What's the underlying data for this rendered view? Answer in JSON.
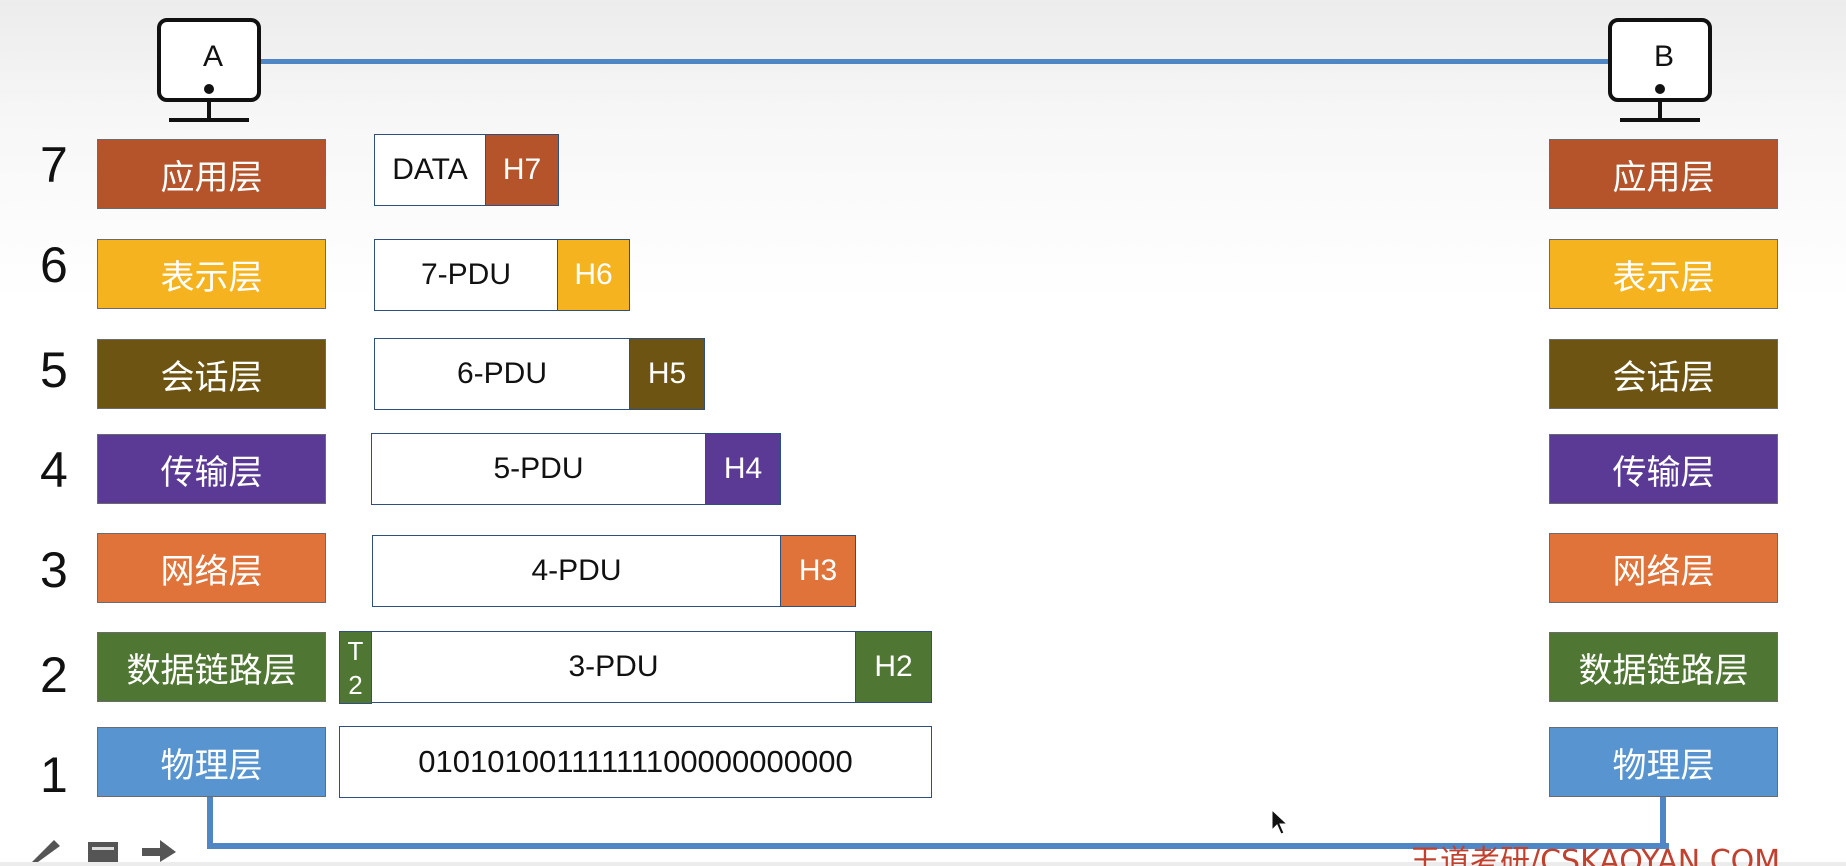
{
  "hosts": {
    "left_label": "A",
    "right_label": "B"
  },
  "colors": {
    "application": "#b5542b",
    "presentation": "#f5b320",
    "session": "#6e5412",
    "transport": "#5b3a96",
    "network": "#e0733a",
    "datalink": "#4f7733",
    "physical": "#5794d0",
    "link_line": "#4f86c6"
  },
  "layers": [
    {
      "number": "7",
      "name": "应用层",
      "color_key": "application"
    },
    {
      "number": "6",
      "name": "表示层",
      "color_key": "presentation"
    },
    {
      "number": "5",
      "name": "会话层",
      "color_key": "session"
    },
    {
      "number": "4",
      "name": "传输层",
      "color_key": "transport"
    },
    {
      "number": "3",
      "name": "网络层",
      "color_key": "network"
    },
    {
      "number": "2",
      "name": "数据链路层",
      "color_key": "datalink"
    },
    {
      "number": "1",
      "name": "物理层",
      "color_key": "physical"
    }
  ],
  "encapsulation": {
    "row7": {
      "data": "DATA",
      "header": "H7"
    },
    "row6": {
      "data": "7-PDU",
      "header": "H6"
    },
    "row5": {
      "data": "6-PDU",
      "header": "H5"
    },
    "row4": {
      "data": "5-PDU",
      "header": "H4"
    },
    "row3": {
      "data": "4-PDU",
      "header": "H3"
    },
    "row2": {
      "trailer_line1": "T",
      "trailer_line2": "2",
      "data": "3-PDU",
      "header": "H2"
    },
    "row1": {
      "bits": "01010100111111100000000000"
    }
  },
  "watermark": "王道考研/CSKAOYAN.COM",
  "toolbar_icons": [
    "pen-icon",
    "notes-icon",
    "arrow-right-icon"
  ]
}
